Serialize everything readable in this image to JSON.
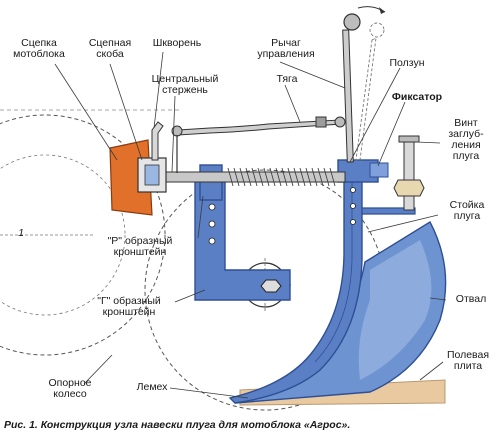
{
  "labels": {
    "hitch_tractor": "Сцепка\nмотоблока",
    "hitch_bracket": "Сцепная\nскоба",
    "kingpin": "Шкворень",
    "control_lever": "Рычаг\nуправления",
    "central_rod": "Центральный\nстержень",
    "rod": "Тяга",
    "slider": "Ползун",
    "lock": "Фиксатор",
    "depth_screw": "Винт\nзаглуб-\nления\nплуга",
    "p_bracket": "\"Р\" образный\nкронштейн",
    "plow_stand": "Стойка\nплуга",
    "g_bracket": "\"Г\" образный\nкронштейн",
    "moldboard": "Отвал",
    "field_board": "Полевая\nплита",
    "support_wheel": "Опорное\nколесо",
    "share": "Лемех",
    "wheel_mark": "1"
  },
  "caption": {
    "prefix": "Рис. 1. ",
    "title": "Конструкция узла навески плуга для мотоблока «Агрос»."
  },
  "colors": {
    "blue_part": "#5b7fc4",
    "blue_dark": "#2f4f95",
    "orange_part": "#e0702a",
    "plate": "#e8c9a0",
    "line": "#3a3a3a"
  }
}
